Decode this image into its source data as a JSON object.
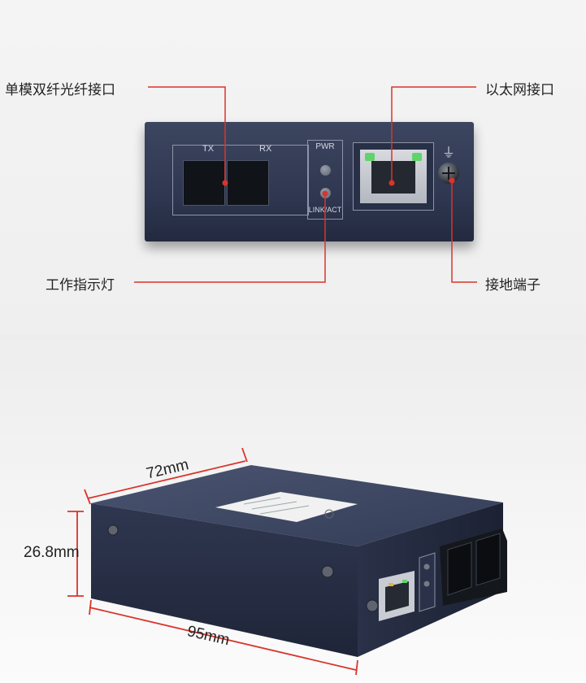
{
  "callouts": {
    "fiber_port": "单模双纤光纤接口",
    "ethernet_port": "以太网接口",
    "indicator_led": "工作指示灯",
    "ground_terminal": "接地端子"
  },
  "front_panel": {
    "tx_label": "TX",
    "rx_label": "RX",
    "pwr_label": "PWR",
    "link_label": "LINK/ACT"
  },
  "dimensions": {
    "depth": "72mm",
    "height": "26.8mm",
    "width": "95mm"
  },
  "colors": {
    "leader_line": "#d9342b",
    "device_body": "#2f3750",
    "port_led_green": "#5fd46a"
  },
  "icons": {
    "ground": "ground-symbol-icon",
    "screw": "screw-icon"
  }
}
